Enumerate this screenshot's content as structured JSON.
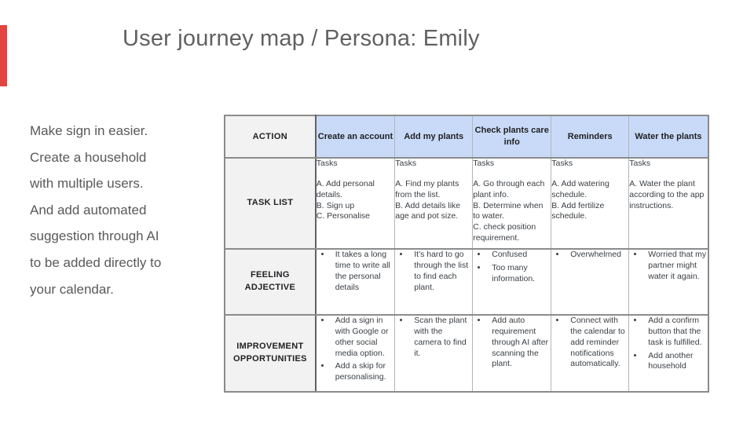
{
  "colors": {
    "accent_red": "#e24441",
    "header_blue": "#c9daf8",
    "label_gray": "#f2f2f2"
  },
  "slide": {
    "title": "User journey map / Persona: Emily"
  },
  "note": {
    "lines": [
      "Make sign in easier.",
      "Create a household",
      "with multiple users.",
      "And add automated",
      "suggestion through AI",
      "to be added directly to",
      "your calendar."
    ]
  },
  "table": {
    "corner_label": "ACTION",
    "columns": [
      "Create an account",
      "Add my plants",
      "Check plants care info",
      "Reminders",
      "Water the plants"
    ],
    "rows": [
      {
        "label": "TASK LIST",
        "type": "tasks",
        "cells": [
          {
            "heading": "Tasks",
            "items": [
              "A. Add personal details.",
              "B. Sign up",
              "C. Personalise"
            ]
          },
          {
            "heading": "Tasks",
            "items": [
              "A. Find my plants from the list.",
              "B. Add details like age and pot size."
            ]
          },
          {
            "heading": "Tasks",
            "items": [
              "A. Go through each plant info.",
              "B. Determine when to water.",
              "C. check position requirement."
            ]
          },
          {
            "heading": "Tasks",
            "items": [
              "A. Add watering schedule.",
              "B. Add fertilize schedule."
            ]
          },
          {
            "heading": "Tasks",
            "items": [
              "A. Water the plant according to the app instructions."
            ]
          }
        ]
      },
      {
        "label": "FEELING ADJECTIVE",
        "type": "bullets",
        "cells": [
          {
            "items": [
              "It takes a long time to write all the personal details"
            ]
          },
          {
            "items": [
              "It's hard to go through the list to find each plant."
            ]
          },
          {
            "items": [
              "Confused",
              "Too many information."
            ]
          },
          {
            "items": [
              "Overwhelmed"
            ]
          },
          {
            "items": [
              "Worried that my partner might water it again."
            ]
          }
        ]
      },
      {
        "label": "IMPROVEMENT OPPORTUNITIES",
        "type": "bullets",
        "cells": [
          {
            "items": [
              "Add a sign in with Google or other social media option.",
              "Add a skip for personalising."
            ]
          },
          {
            "items": [
              "Scan the plant with the camera to find it."
            ]
          },
          {
            "items": [
              "Add auto requirement through AI after scanning the plant."
            ]
          },
          {
            "items": [
              "Connect with the calendar to add reminder notifications automatically."
            ]
          },
          {
            "items": [
              "Add a confirm button that the task is fulfilled.",
              "Add another household"
            ]
          }
        ]
      }
    ]
  }
}
